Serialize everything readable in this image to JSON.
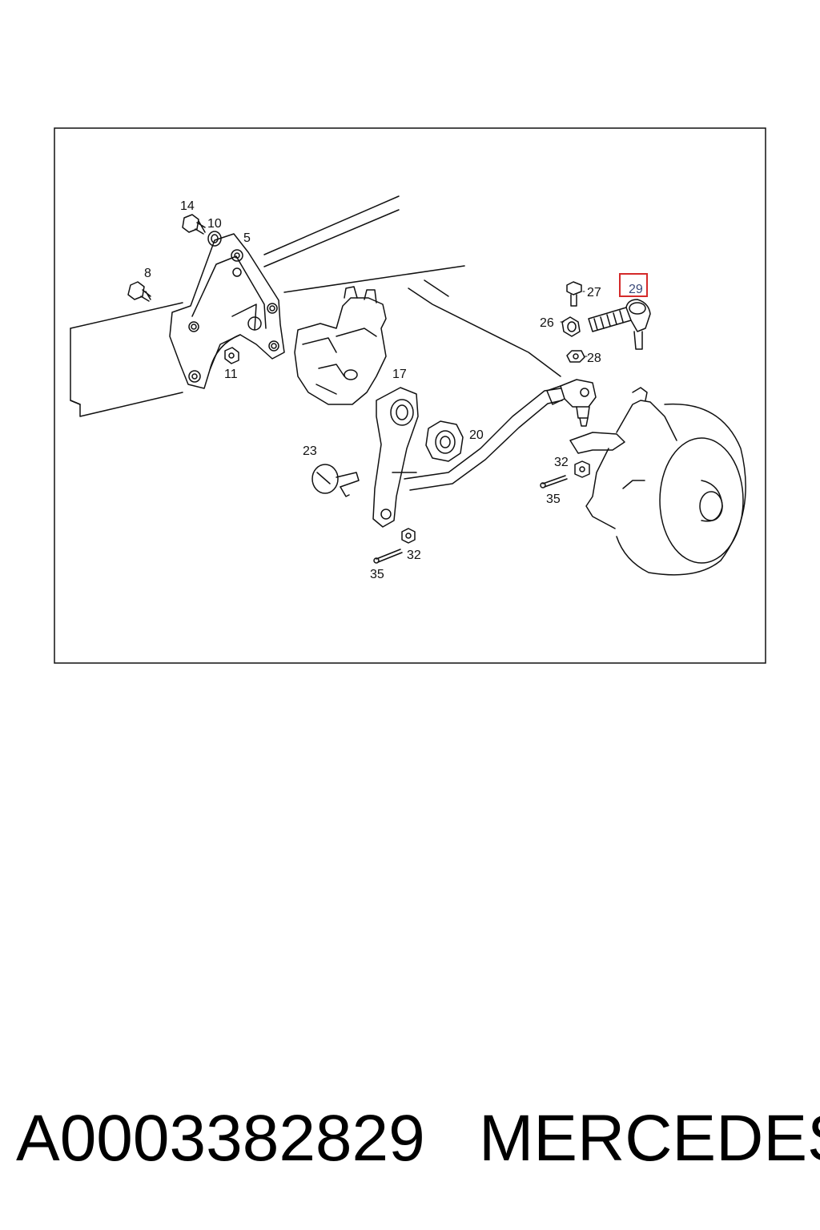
{
  "diagram": {
    "callouts": [
      "14",
      "10",
      "5",
      "8",
      "11",
      "17",
      "27",
      "29",
      "26",
      "28",
      "20",
      "23",
      "32",
      "35",
      "32",
      "35"
    ],
    "highlighted_callout": "29",
    "highlight_color": "#d42a2a"
  },
  "footer": {
    "part_number": "A0003382829",
    "brand": "MERCEDES"
  }
}
